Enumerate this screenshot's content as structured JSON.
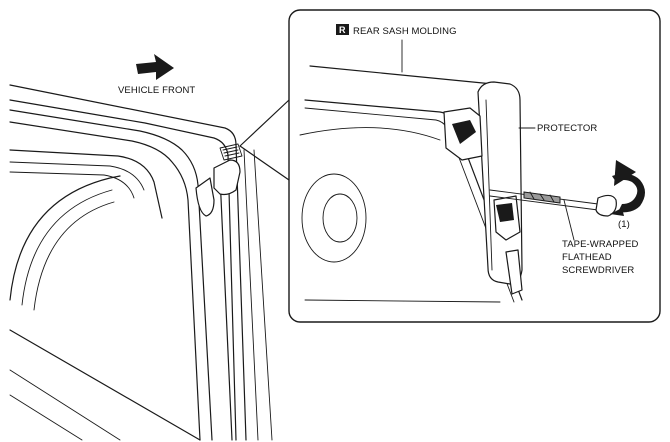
{
  "labels": {
    "vehicle_front": "VEHICLE FRONT",
    "badge": "R",
    "rear_sash_molding": "REAR SASH MOLDING",
    "protector": "PROTECTOR",
    "step": "(1)",
    "tool_line1": "TAPE-WRAPPED",
    "tool_line2": "FLATHEAD",
    "tool_line3": "SCREWDRIVER"
  }
}
